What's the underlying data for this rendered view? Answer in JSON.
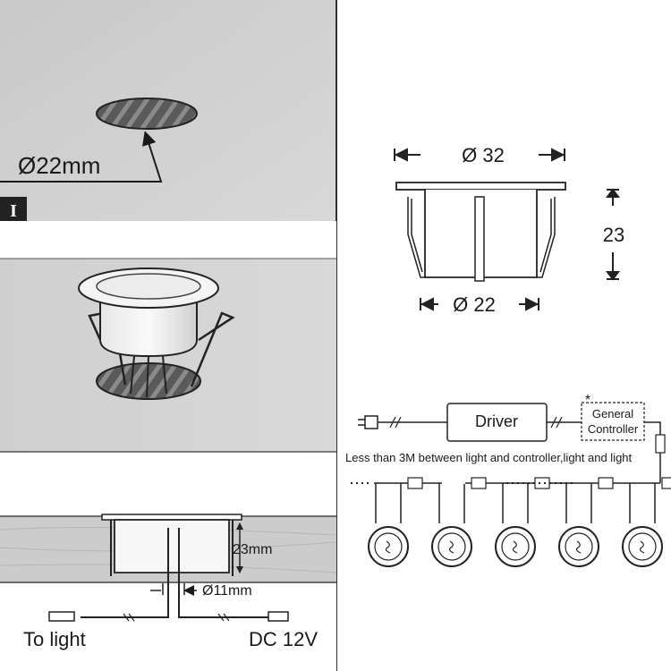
{
  "left_panel": {
    "step1": {
      "badge": "I",
      "hole_diameter_label": "Ø22mm"
    },
    "step3": {
      "depth_label": "23mm",
      "wire_hole_label": "Ø11mm",
      "to_light_label": "To light",
      "power_label": "DC 12V"
    }
  },
  "right_panel": {
    "dimension_drawing": {
      "top_diameter_label": "Ø 32",
      "height_label": "23",
      "bottom_diameter_label": "Ø 22"
    },
    "wiring_diagram": {
      "driver_label": "Driver",
      "controller_label_line1": "General",
      "controller_label_line2": "Controller",
      "controller_asterisk": "*",
      "note": "Less than 3M between light and controller,light and light",
      "light_count": 5
    }
  }
}
